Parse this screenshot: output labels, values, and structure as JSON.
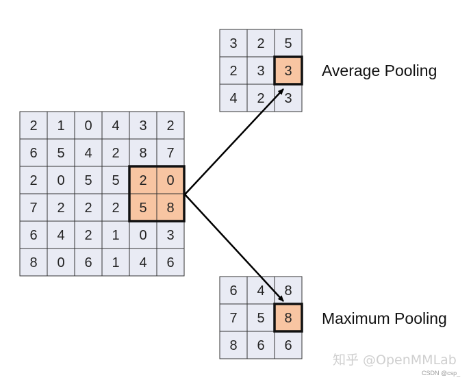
{
  "colors": {
    "cell_bg": "#e9ebf4",
    "highlight": "#f8c5a2",
    "grid_line": "#333333",
    "box_border": "#111111",
    "arrow": "#000000"
  },
  "input_matrix": [
    [
      2,
      1,
      0,
      4,
      3,
      2
    ],
    [
      6,
      5,
      4,
      2,
      8,
      7
    ],
    [
      2,
      0,
      5,
      5,
      2,
      0
    ],
    [
      7,
      2,
      2,
      2,
      5,
      8
    ],
    [
      6,
      4,
      2,
      1,
      0,
      3
    ],
    [
      8,
      0,
      6,
      1,
      4,
      6
    ]
  ],
  "input_highlight": {
    "rows": [
      2,
      3
    ],
    "cols": [
      4,
      5
    ]
  },
  "average_pooling": {
    "label": "Average Pooling",
    "matrix": [
      [
        3,
        2,
        5
      ],
      [
        2,
        3,
        3
      ],
      [
        4,
        2,
        3
      ]
    ],
    "highlight": {
      "row": 1,
      "col": 2
    }
  },
  "maximum_pooling": {
    "label": "Maximum Pooling",
    "matrix": [
      [
        6,
        4,
        8
      ],
      [
        7,
        5,
        8
      ],
      [
        8,
        6,
        6
      ]
    ],
    "highlight": {
      "row": 1,
      "col": 2
    }
  },
  "watermark": {
    "main": "知乎 @OpenMMLab",
    "sub": "CSDN @csp_"
  }
}
